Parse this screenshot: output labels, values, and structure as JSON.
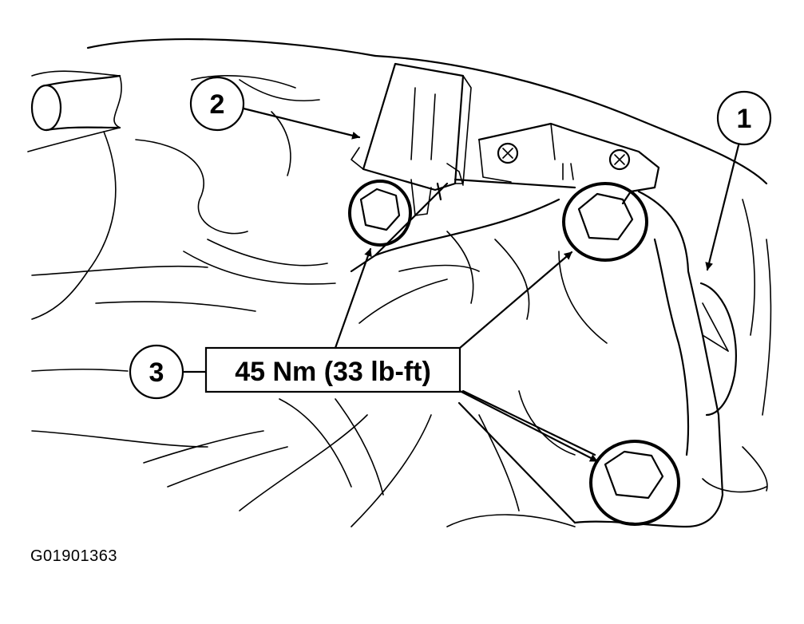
{
  "callouts": {
    "c1": "1",
    "c2": "2",
    "c3": "3"
  },
  "torque_label": "45 Nm (33 lb-ft)",
  "figure_id": "G01901363"
}
